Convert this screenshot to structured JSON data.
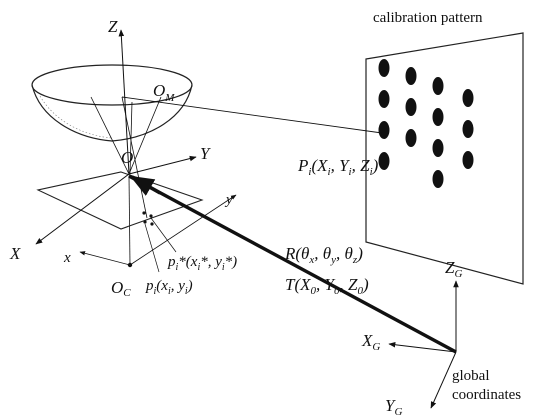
{
  "pattern": {
    "title": "calibration pattern",
    "dots_per_column": [
      4,
      3,
      4,
      3
    ]
  },
  "camera": {
    "axis_Z": "Z",
    "axis_Y": "Y",
    "axis_X": "X",
    "axis_y": "y",
    "axis_x": "x",
    "origin_O": "O",
    "mirror_focus": "O",
    "mirror_focus_sub": "M",
    "image_center": "O",
    "image_center_sub": "C"
  },
  "points": {
    "Pi_main": "P",
    "Pi_sub": "i",
    "Pi_args": "(X",
    "Pi_X_sub": "i",
    "Pi_Y": ", Y",
    "Pi_Y_sub": "i",
    "Pi_Z": ", Z",
    "Pi_Z_sub": "i",
    "Pi_close": ")",
    "pstar_main": "p",
    "pstar_sub": "i",
    "pstar_rest": "*(x",
    "pstar_x_sub": "i",
    "pstar_mid": "*, y",
    "pstar_y_sub": "i",
    "pstar_end": "*)",
    "p_main": "p",
    "p_sub": "i",
    "p_open": "(x",
    "p_x_sub": "i",
    "p_mid": ", y",
    "p_y_sub": "i",
    "p_close": ")"
  },
  "transform": {
    "R": "R(θ",
    "R_x": "x",
    "R_theta_y": ",   θ",
    "R_y": "y",
    "R_theta_z": ",   θ",
    "R_z": "z",
    "R_close": ")",
    "T": "T(X",
    "T_0a": "0",
    "T_Y": ", Y",
    "T_0b": "0",
    "T_Z": ", Z",
    "T_0c": "0",
    "T_close": ")"
  },
  "global": {
    "ZG": "Z",
    "ZG_sub": "G",
    "XG": "X",
    "XG_sub": "G",
    "YG": "Y",
    "YG_sub": "G",
    "caption_line1": "global",
    "caption_line2": "coordinates"
  }
}
